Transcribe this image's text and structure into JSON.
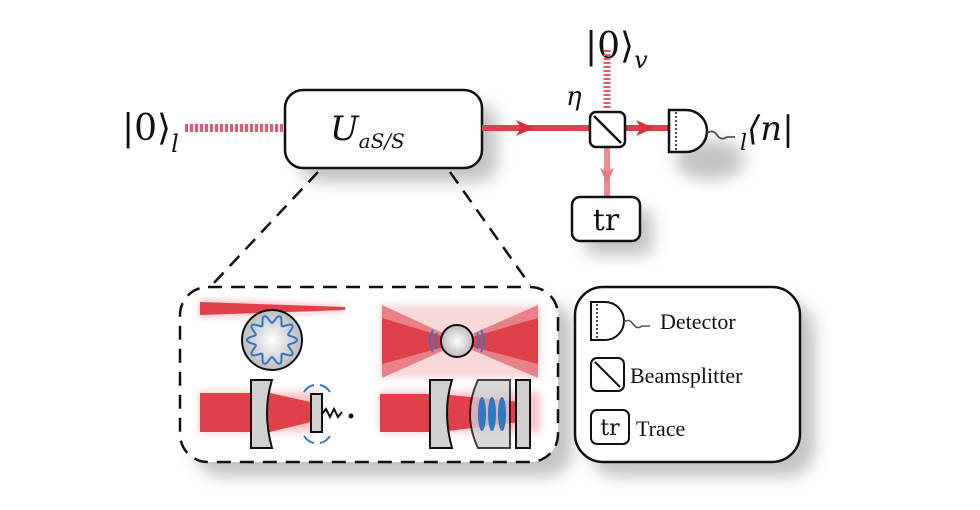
{
  "input_state": {
    "ket": "|0⟩",
    "sub": "l"
  },
  "unitary": {
    "symbol": "U",
    "sub": "aS/S"
  },
  "vacuum_state": {
    "ket": "|0⟩",
    "sub": "v"
  },
  "efficiency": "η",
  "output_state": {
    "pre": "l",
    "bra": "⟨n|"
  },
  "trace_label": "tr",
  "legend": {
    "items": [
      {
        "icon": "detector-icon",
        "label": "Detector"
      },
      {
        "icon": "beamsplitter-icon",
        "label": "Beamsplitter"
      },
      {
        "icon": "trace-icon",
        "label": "Trace",
        "icon_text": "tr"
      }
    ]
  },
  "colors": {
    "beam": "#e03a3e",
    "mode": "#2f78c4",
    "optic": "#d0d0d0"
  }
}
